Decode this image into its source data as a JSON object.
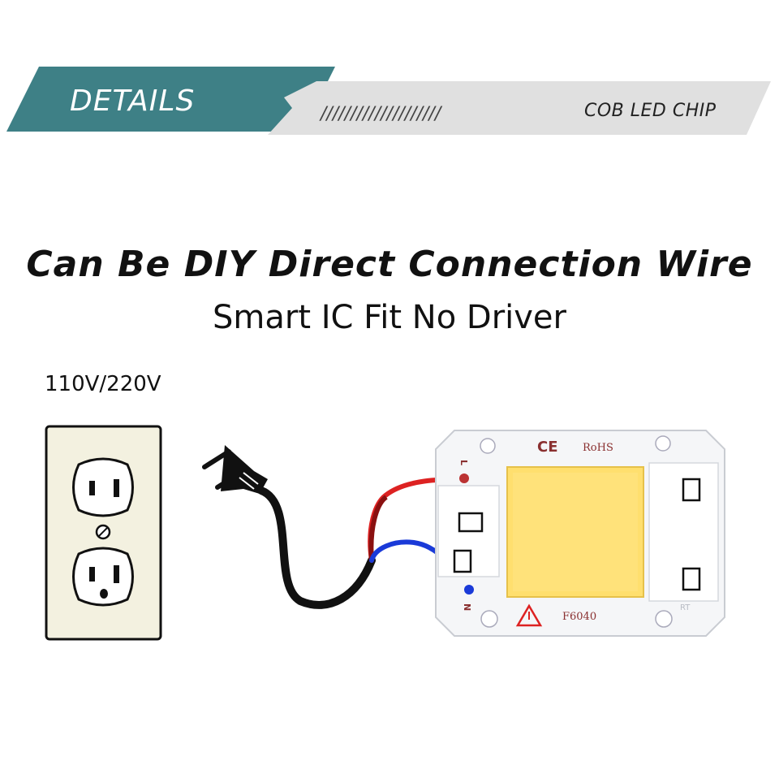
{
  "header": {
    "title": "DETAILS",
    "hatch": "////////////////////",
    "subtitle": "COB LED CHIP",
    "colors": {
      "teal": "#3e8086",
      "gray": "#e0e0e0"
    }
  },
  "headline": "Can Be DIY Direct Connection Wire",
  "subline": "Smart IC Fit No Driver",
  "voltage": "110V/220V",
  "chip": {
    "ce_mark": "CE",
    "rohs": "RoHS",
    "model": "F6040",
    "label_l": "L",
    "label_n": "N",
    "label_rt": "RT"
  }
}
